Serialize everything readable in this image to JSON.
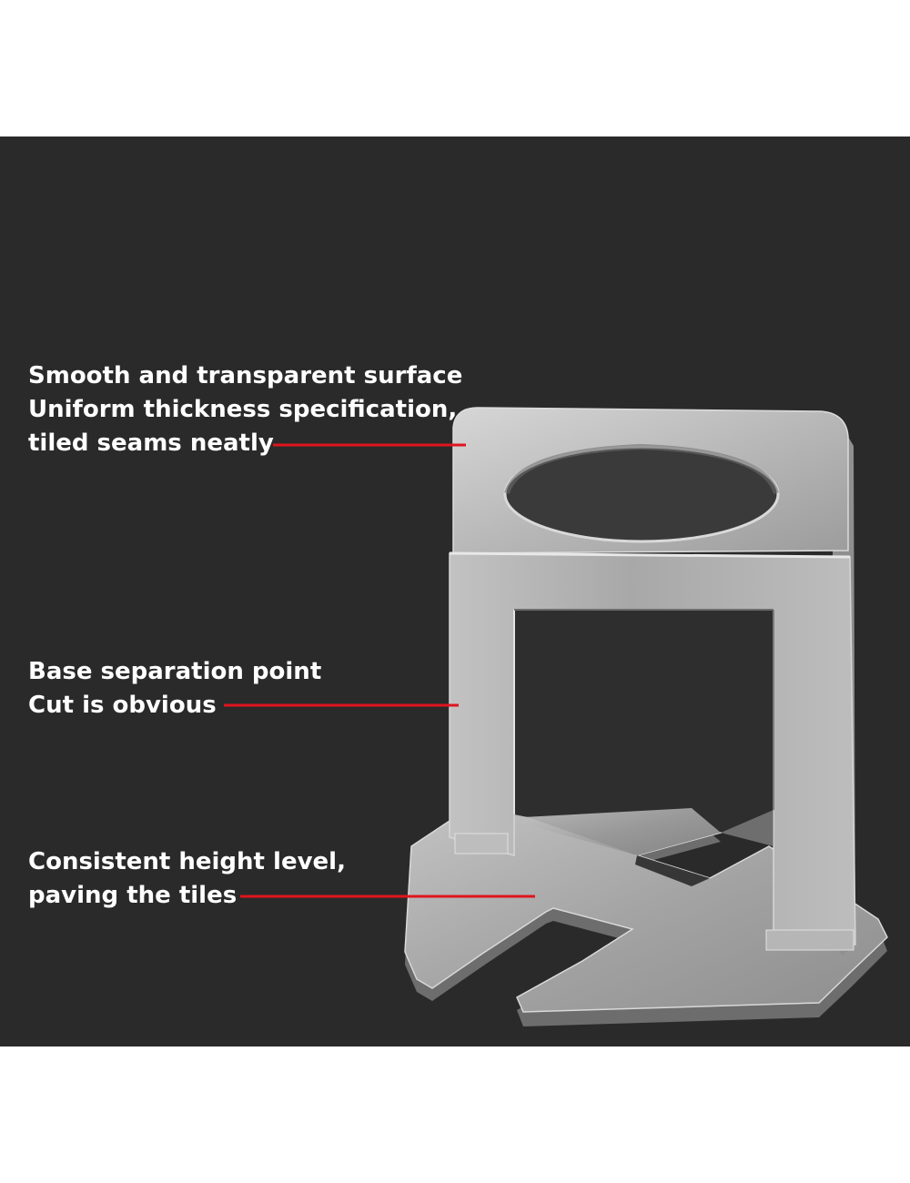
{
  "callouts": {
    "surface": {
      "line1": "Smooth and transparent surface",
      "line2": "Uniform thickness specification,",
      "line3": "tiled seams neatly"
    },
    "base": {
      "line1": "Base separation point",
      "line2": "Cut is obvious"
    },
    "height": {
      "line1": "Consistent height level,",
      "line2": "paving the tiles"
    }
  },
  "colors": {
    "background": "#2a2a2a",
    "page": "#ffffff",
    "text": "#ffffff",
    "leader_line": "#e0141e",
    "clip_light": "#c9c9c9",
    "clip_mid": "#a9a9a9",
    "clip_dark": "#7c7c7c"
  },
  "illustration": {
    "subject": "tile-leveling-clip-icon"
  }
}
